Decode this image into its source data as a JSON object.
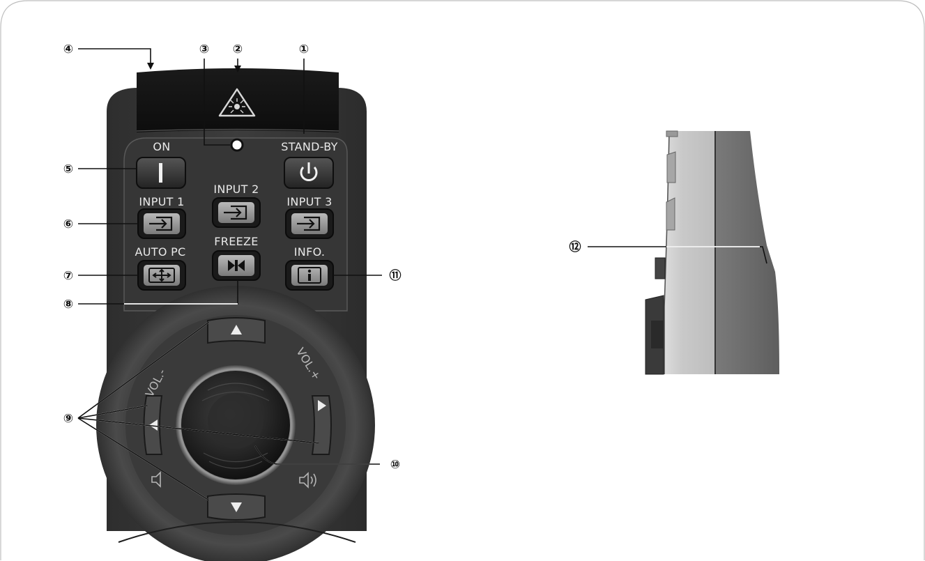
{
  "labels": {
    "on": "ON",
    "standby": "STAND-BY",
    "input1": "INPUT 1",
    "input2": "INPUT 2",
    "input3": "INPUT 3",
    "autopc": "AUTO PC",
    "freeze": "FREEZE",
    "info": "INFO.",
    "vol_minus": "VOL.-",
    "vol_plus": "VOL.+"
  },
  "callouts": {
    "c1": "①",
    "c2": "②",
    "c3": "③",
    "c4": "④",
    "c5": "⑤",
    "c6": "⑥",
    "c7": "⑦",
    "c8": "⑧",
    "c9": "⑨",
    "c10": "⑩",
    "c11": "⑪",
    "c12": "⑫"
  },
  "icons": {
    "laser": "laser-warning-icon",
    "on": "power-on-bar-icon",
    "standby": "power-standby-icon",
    "input": "input-arrow-icon",
    "autopc": "auto-pc-arrows-icon",
    "freeze": "freeze-icon",
    "info": "info-icon",
    "up": "arrow-up-icon",
    "down": "arrow-down-icon",
    "left": "arrow-left-icon",
    "right": "arrow-right-icon",
    "mute": "speaker-mute-icon",
    "volume": "speaker-volume-icon"
  }
}
